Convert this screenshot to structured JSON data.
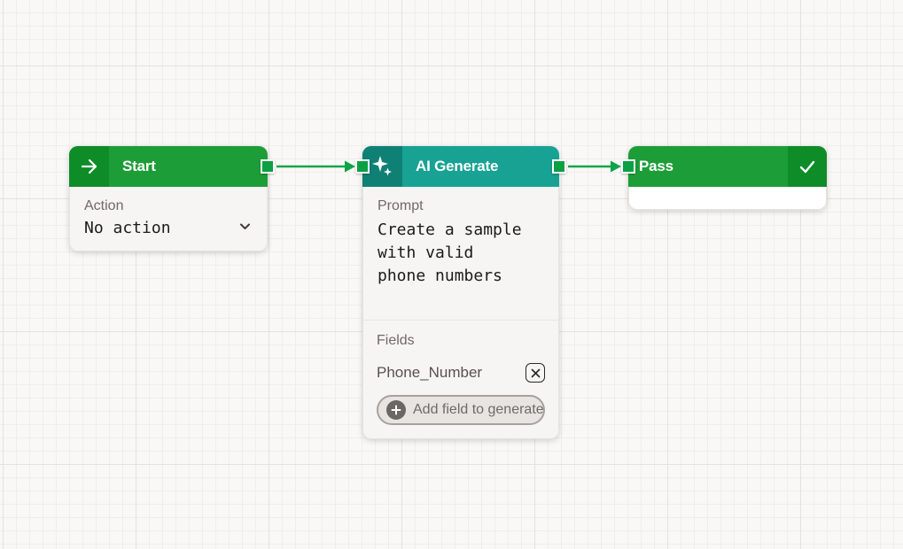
{
  "canvas": {
    "background": "#f9f8f7",
    "grid_minor_color": "#efeeec",
    "grid_major_color": "#e3e2e0"
  },
  "nodes": {
    "start": {
      "title": "Start",
      "icon": "arrow-right-icon",
      "header_color": "#1d9d38",
      "icon_box_color": "#0d8c28",
      "action": {
        "label": "Action",
        "value": "No action"
      }
    },
    "ai_generate": {
      "title": "AI Generate",
      "icon": "sparkles-icon",
      "header_color": "#18a294",
      "icon_box_color": "#0e8174",
      "prompt": {
        "label": "Prompt",
        "value": "Create a sample\nwith valid\nphone numbers"
      },
      "fields": {
        "label": "Fields",
        "items": [
          {
            "name": "Phone_Number"
          }
        ],
        "add_button_label": "Add field to generate"
      }
    },
    "pass": {
      "title": "Pass",
      "icon": "check-icon",
      "header_color": "#1d9d38",
      "icon_box_color": "#0d8c28"
    }
  },
  "edges": [
    {
      "from": "start",
      "to": "ai_generate",
      "color": "#0ca449"
    },
    {
      "from": "ai_generate",
      "to": "pass",
      "color": "#0ca449"
    }
  ],
  "handles": {
    "color": "#0ba043",
    "border_color": "#ffffff"
  }
}
